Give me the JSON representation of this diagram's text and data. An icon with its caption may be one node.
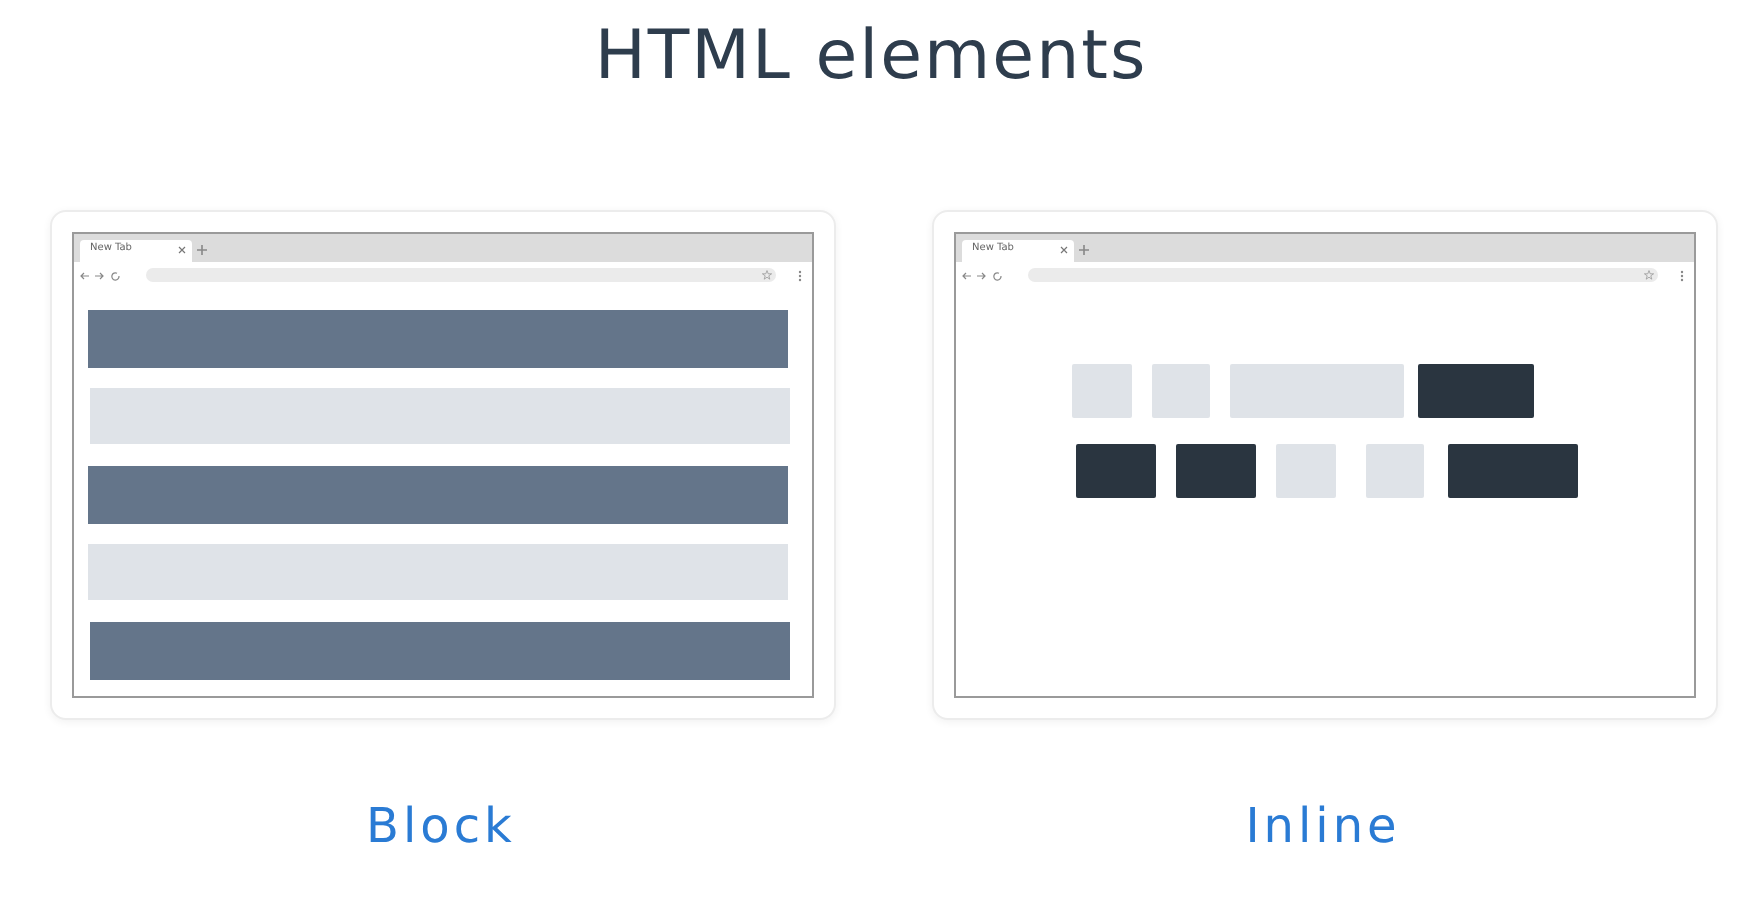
{
  "diagram": {
    "title": "HTML elements",
    "nodes": [
      {
        "text": [
          "Block"
        ]
      },
      {
        "text": [
          "New Tab"
        ],
        "in": 0
      },
      {
        "text": [],
        "shape": "bar",
        "in": 0
      },
      {
        "text": [],
        "shape": "bar",
        "in": 0
      },
      {
        "text": [],
        "shape": "bar",
        "in": 0
      },
      {
        "text": [],
        "shape": "bar",
        "in": 0
      },
      {
        "text": [],
        "shape": "bar",
        "in": 0
      },
      {
        "text": [
          "Inline"
        ]
      },
      {
        "text": [
          "New Tab"
        ],
        "in": 7
      },
      {
        "text": [],
        "shape": "box",
        "in": 7
      },
      {
        "text": [],
        "shape": "box",
        "in": 7
      },
      {
        "text": [],
        "shape": "box",
        "in": 7
      },
      {
        "text": [],
        "shape": "box",
        "in": 7
      },
      {
        "text": [],
        "shape": "box",
        "in": 7
      },
      {
        "text": [],
        "shape": "box",
        "in": 7
      },
      {
        "text": [],
        "shape": "box",
        "in": 7
      },
      {
        "text": [],
        "shape": "box",
        "in": 7
      },
      {
        "text": [],
        "shape": "box",
        "in": 7
      }
    ]
  }
}
